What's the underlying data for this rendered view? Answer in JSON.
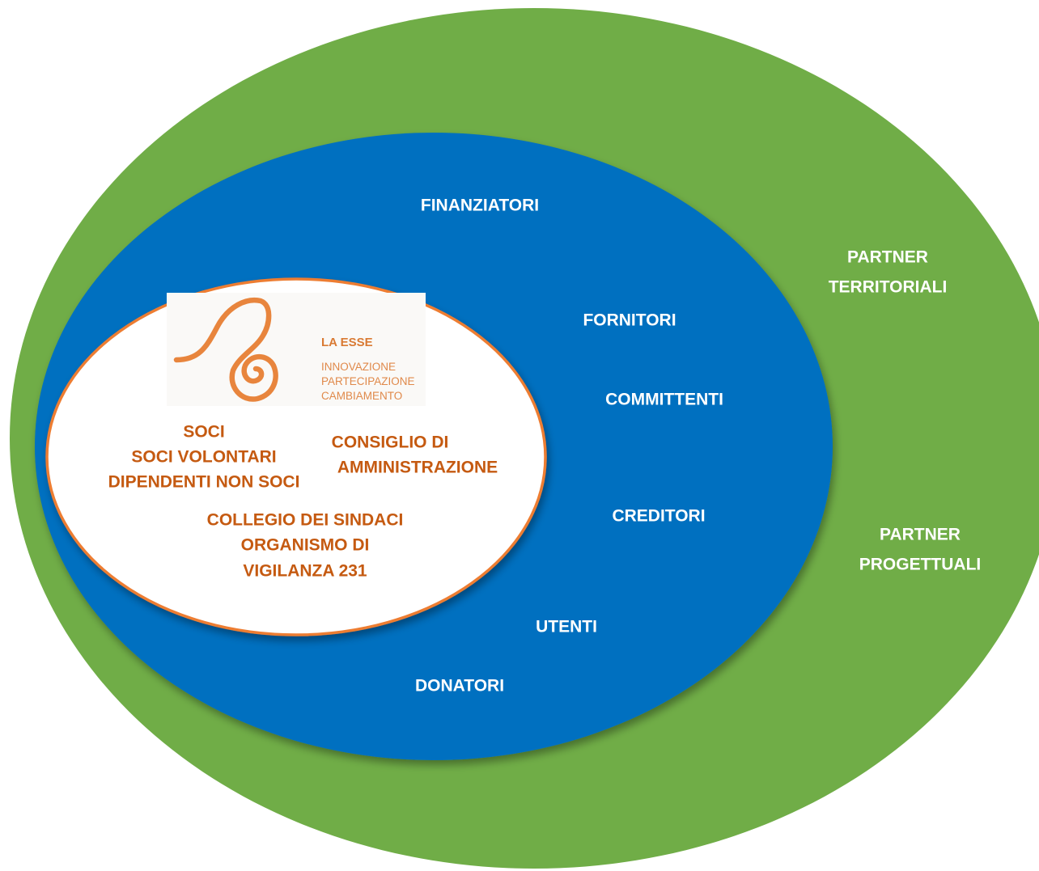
{
  "colors": {
    "outer_ring": "#70ad47",
    "middle_ring": "#0070c0",
    "inner_fill": "#ffffff",
    "inner_border": "#ed7d31",
    "inner_text": "#c55a11",
    "ring_text": "#ffffff",
    "logo": "#e8853d"
  },
  "logo": {
    "name": "LA ESSE",
    "tagline": [
      "INNOVAZIONE",
      "PARTECIPAZIONE",
      "CAMBIAMENTO"
    ]
  },
  "inner": {
    "soci_group": [
      "SOCI",
      "SOCI VOLONTARI",
      "DIPENDENTI NON SOCI"
    ],
    "board_group": [
      "CONSIGLIO DI",
      "AMMINISTRAZIONE"
    ],
    "control_group": [
      "COLLEGIO DEI SINDACI",
      "ORGANISMO DI",
      "VIGILANZA 231"
    ]
  },
  "middle": {
    "finanziatori": "FINANZIATORI",
    "fornitori": "FORNITORI",
    "committenti": "COMMITTENTI",
    "creditori": "CREDITORI",
    "utenti": "UTENTI",
    "donatori": "DONATORI"
  },
  "outer": {
    "territoriali": [
      "PARTNER",
      "TERRITORIALI"
    ],
    "progettuali": [
      "PARTNER",
      "PROGETTUALI"
    ]
  }
}
